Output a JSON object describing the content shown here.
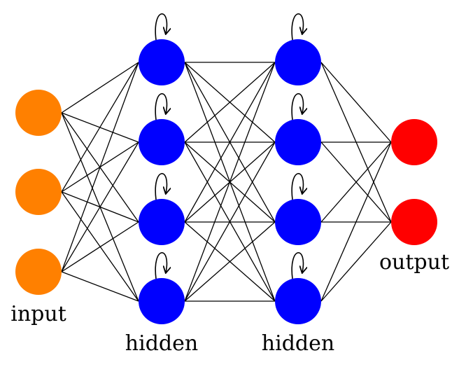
{
  "diagram": {
    "title": "Recurrent neural network",
    "layers": [
      {
        "id": "input",
        "label": "input",
        "count": 3,
        "color": "#ff8000",
        "self_loops": false
      },
      {
        "id": "hidden1",
        "label": "hidden",
        "count": 4,
        "color": "#0000ff",
        "self_loops": true
      },
      {
        "id": "hidden2",
        "label": "hidden",
        "count": 4,
        "color": "#0000ff",
        "self_loops": true
      },
      {
        "id": "output",
        "label": "output",
        "count": 2,
        "color": "#ff0000",
        "self_loops": false
      }
    ],
    "connections": "fully-connected between adjacent layers",
    "edge_color": "#000000"
  }
}
